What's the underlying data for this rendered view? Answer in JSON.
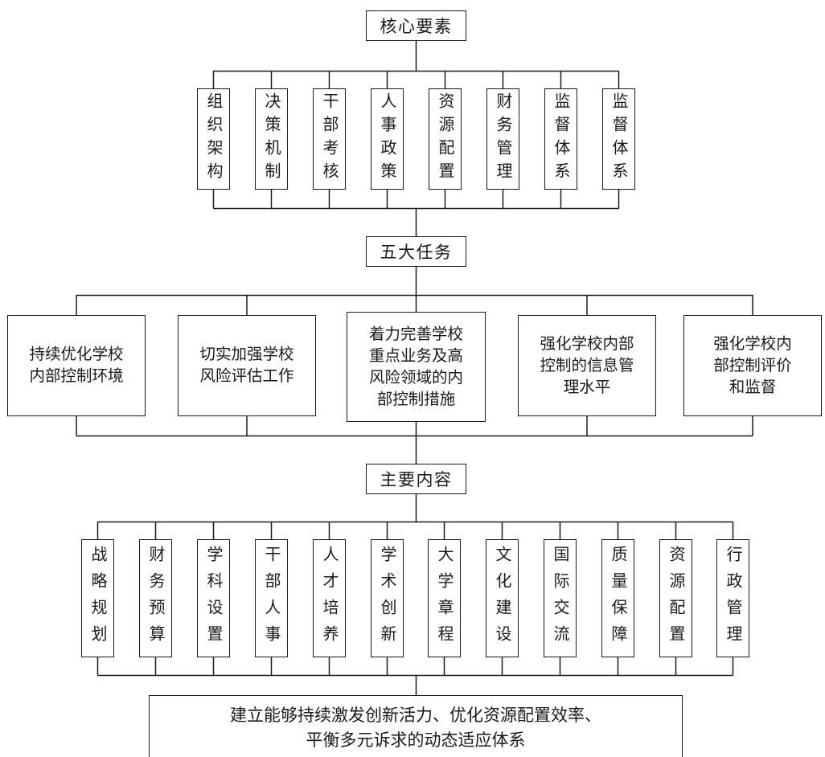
{
  "colors": {
    "background": "#ffffff",
    "line": "#1a1a1a",
    "text": "#1a1a1a"
  },
  "core": {
    "title": "核心要素"
  },
  "elements": {
    "items": [
      {
        "label": "组织架构"
      },
      {
        "label": "决策机制"
      },
      {
        "label": "干部考核"
      },
      {
        "label": "人事政策"
      },
      {
        "label": "资源配置"
      },
      {
        "label": "财务管理"
      },
      {
        "label": "监督体系"
      },
      {
        "label": "监督体系"
      }
    ]
  },
  "tasks": {
    "title": "五大任务",
    "items": [
      {
        "label": "持续优化学校内部控制环境",
        "lines": [
          "持续优化学校",
          "内部控制环境"
        ]
      },
      {
        "label": "切实加强学校风险评估工作",
        "lines": [
          "切实加强学校",
          "风险评估工作"
        ]
      },
      {
        "label": "着力完善学校重点业务及高风险领域的内部控制措施",
        "lines": [
          "着力完善学校",
          "重点业务及高",
          "风险领域的内",
          "部控制措施"
        ]
      },
      {
        "label": "强化学校内部控制的信息管理水平",
        "lines": [
          "强化学校内部",
          "控制的信息管",
          "理水平"
        ]
      },
      {
        "label": "强化学校内部控制评价和监督",
        "lines": [
          "强化学校内",
          "部控制评价",
          "和监督"
        ]
      }
    ]
  },
  "contents": {
    "title": "主要内容",
    "items": [
      {
        "label": "战略规划"
      },
      {
        "label": "财务预算"
      },
      {
        "label": "学科设置"
      },
      {
        "label": "干部人事"
      },
      {
        "label": "人才培养"
      },
      {
        "label": "学术创新"
      },
      {
        "label": "大学章程"
      },
      {
        "label": "文化建设"
      },
      {
        "label": "国际交流"
      },
      {
        "label": "质量保障"
      },
      {
        "label": "资源配置"
      },
      {
        "label": "行政管理"
      }
    ]
  },
  "footer": {
    "label": "建立能够持续激发创新活力、优化资源配置效率、平衡多元诉求的动态适应体系",
    "lines": [
      "建立能够持续激发创新活力、优化资源配置效率、",
      "平衡多元诉求的动态适应体系"
    ]
  }
}
